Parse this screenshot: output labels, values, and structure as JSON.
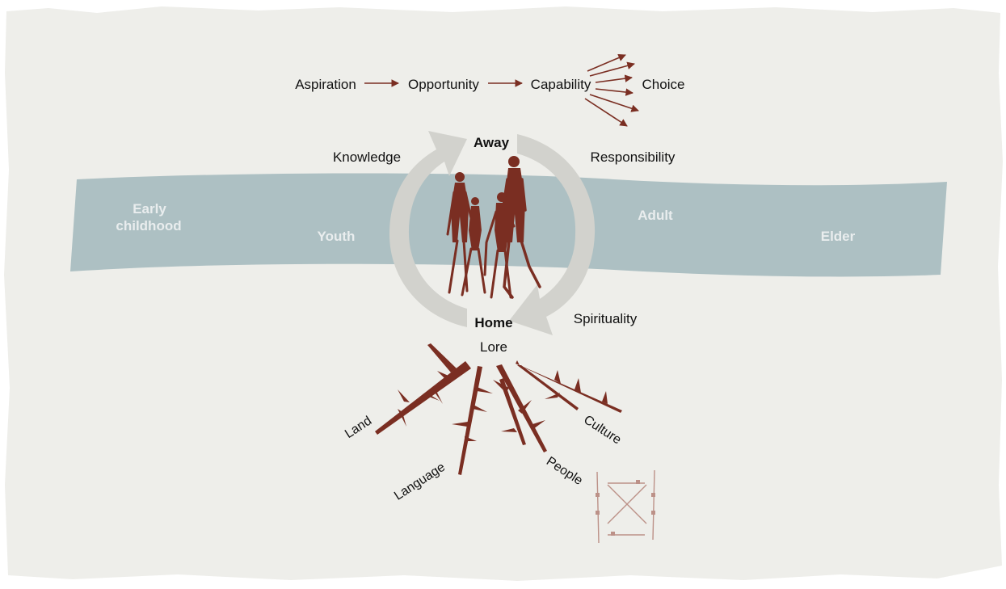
{
  "pathway": {
    "steps": [
      "Aspiration",
      "Opportunity",
      "Capability",
      "Choice"
    ]
  },
  "cycle": {
    "top": "Away",
    "bottom": "Home",
    "left": "Knowledge",
    "right_top": "Responsibility",
    "right_bottom": "Spirituality"
  },
  "life_stages": {
    "early_line1": "Early",
    "early_line2": "childhood",
    "youth": "Youth",
    "adult": "Adult",
    "elder": "Elder"
  },
  "roots": {
    "center": "Lore",
    "land": "Land",
    "language": "Language",
    "people": "People",
    "culture": "Culture"
  },
  "colors": {
    "background": "#eeeeea",
    "band": "#adc0c3",
    "arrows": "#d2d2cd",
    "ochre": "#7a2e22",
    "stage_text": "#e9edee"
  }
}
